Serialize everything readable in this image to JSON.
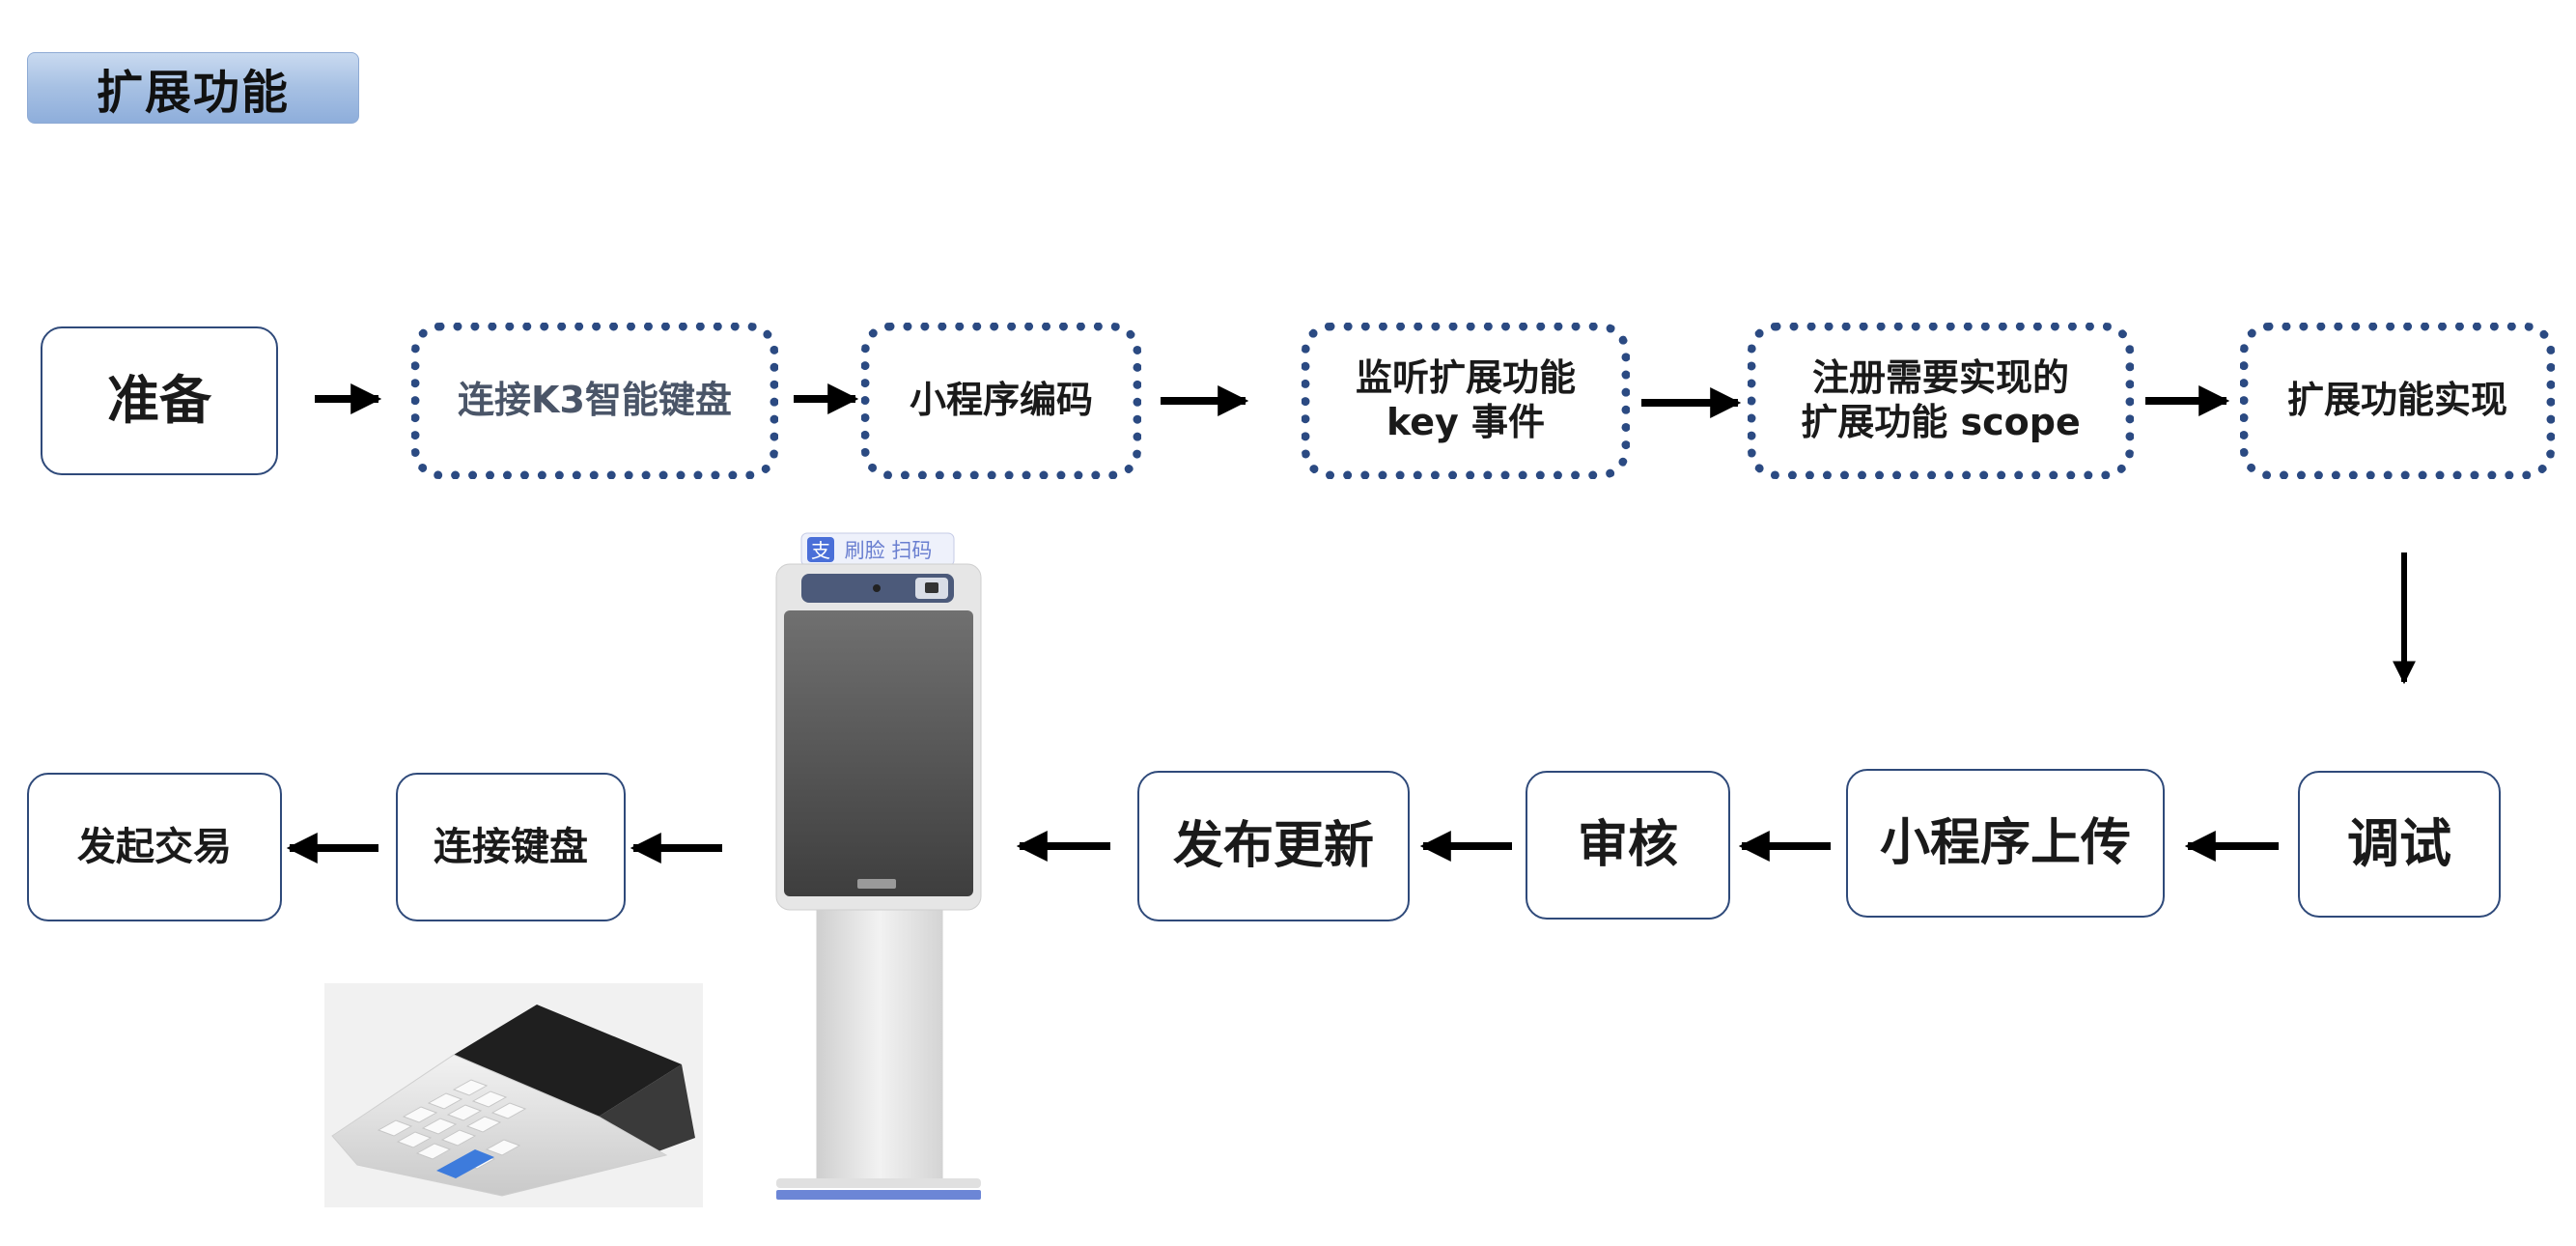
{
  "header": {
    "title": "扩展功能"
  },
  "flow": {
    "prepare": "准备",
    "connect_k3": "连接K3智能键盘",
    "miniapp_code": "小程序编码",
    "listen_key_line1": "监听扩展功能",
    "listen_key_line2": "key 事件",
    "register_scope_line1": "注册需要实现的",
    "register_scope_line2": "扩展功能 scope",
    "implement": "扩展功能实现",
    "debug": "调试",
    "upload": "小程序上传",
    "review": "审核",
    "publish": "发布更新",
    "connect_keyboard": "连接键盘",
    "start_trade": "发起交易"
  },
  "devices": {
    "kiosk_sign": "刷脸 扫码",
    "kiosk_sign_icon": "支"
  },
  "colors": {
    "badge": "#a6c0e3",
    "border": "#2f4a7a",
    "dotted_border": "#2b4a82",
    "arrow": "#000000"
  }
}
